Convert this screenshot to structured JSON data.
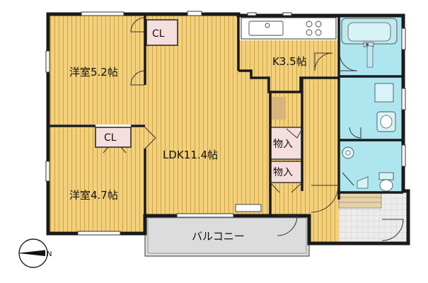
{
  "rooms": {
    "western_upper": "洋室5.2帖",
    "western_lower": "洋室4.7帖",
    "ldk": "LDK11.4帖",
    "kitchen": "K3.5帖",
    "balcony": "バルコニー"
  },
  "closets": {
    "cl_top": "CL",
    "cl_middle": "CL",
    "storage_1": "物入",
    "storage_2": "物入"
  },
  "compass": {
    "letter": "N"
  },
  "colors": {
    "floor_wood": "#f2cf7a",
    "wet_area": "#aee6ef",
    "closet_fill": "#f5dede",
    "balcony_fill": "#dcdcdc",
    "wall": "#1a1a1a"
  }
}
